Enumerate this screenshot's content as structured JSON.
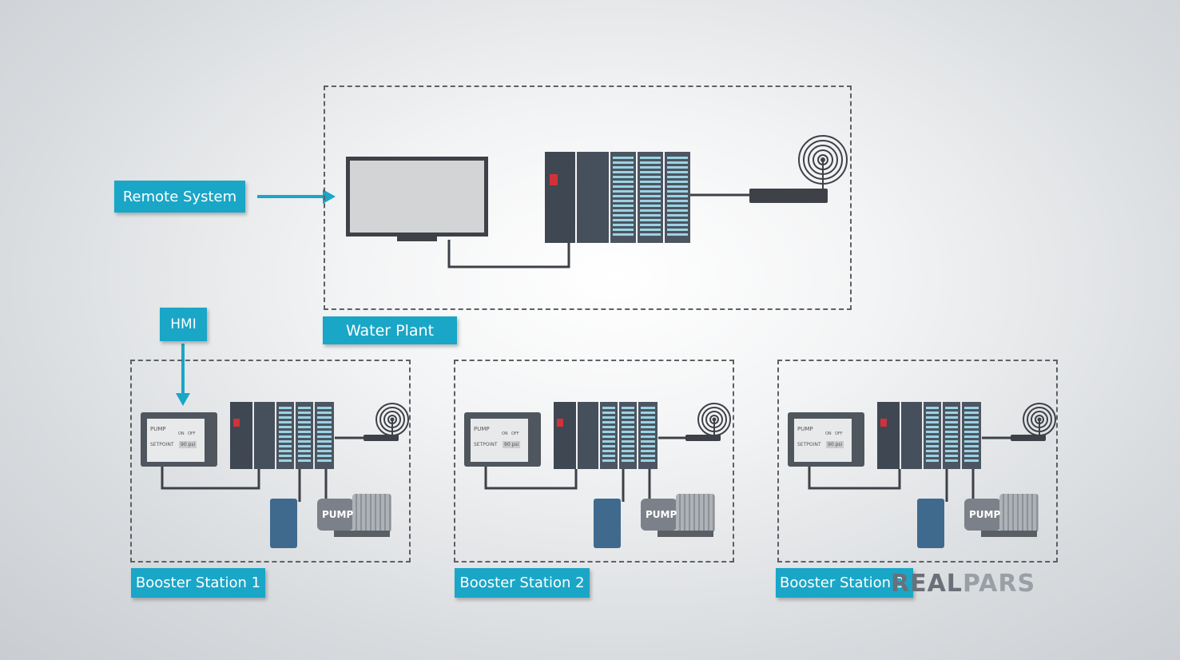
{
  "labels": {
    "remote_system": "Remote System",
    "hmi": "HMI",
    "water_plant": "Water Plant",
    "booster1": "Booster Station 1",
    "booster2": "Booster Station 2",
    "booster3": "Booster Station 3"
  },
  "hmi_panel": {
    "pump": "PUMP",
    "on": "ON",
    "off": "OFF",
    "setpoint": "SETPOINT",
    "setpoint_value": "90 psi"
  },
  "pump_text": "PUMP",
  "brand": {
    "part1": "REAL",
    "part2": "PARS"
  },
  "colors": {
    "accent": "#1aa6c7",
    "dashed_border": "#5d6064",
    "device_dark": "#3e4147",
    "module_led": "#9bd3e3"
  },
  "icons": [
    "monitor-icon",
    "plc-icon",
    "wireless-router-icon",
    "hmi-panel-icon",
    "pressure-sensor-icon",
    "pump-icon"
  ]
}
